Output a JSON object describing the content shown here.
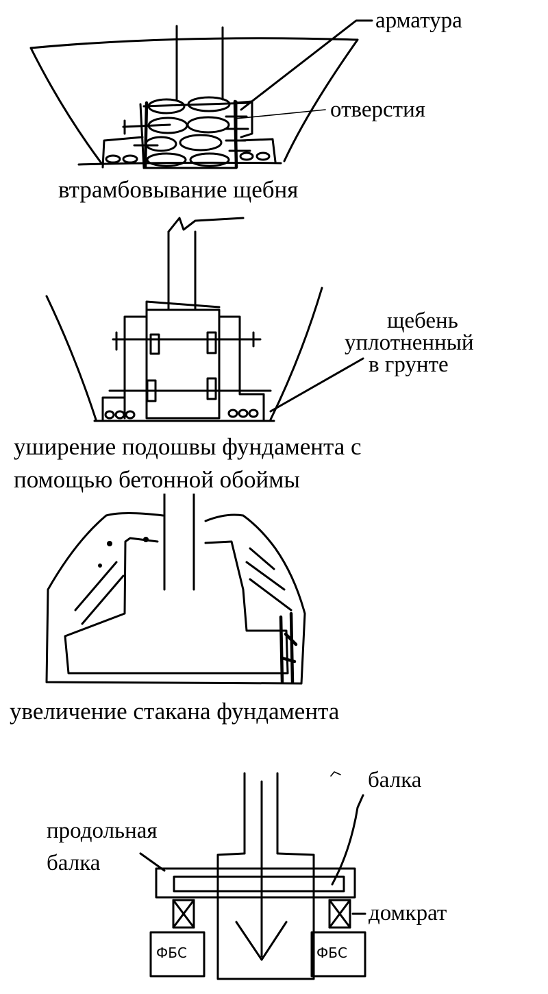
{
  "figure1": {
    "label_rebar": "арматура",
    "label_holes": "отверстия",
    "caption": "втрамбовывание щебня"
  },
  "figure2": {
    "label_gravel_1": "щебень",
    "label_gravel_2": "уплотненный",
    "label_gravel_3": "в грунте",
    "caption_line1": "уширение подошвы фундамента с",
    "caption_line2": "помощью бетонной обоймы"
  },
  "figure3": {
    "caption": "увеличение стакана фундамента"
  },
  "figure4": {
    "label_beam": "балка",
    "label_long_beam_1": "продольная",
    "label_long_beam_2": "балка",
    "label_jack": "домкрат",
    "block_left": "ФБС",
    "block_right": "ФБС"
  }
}
